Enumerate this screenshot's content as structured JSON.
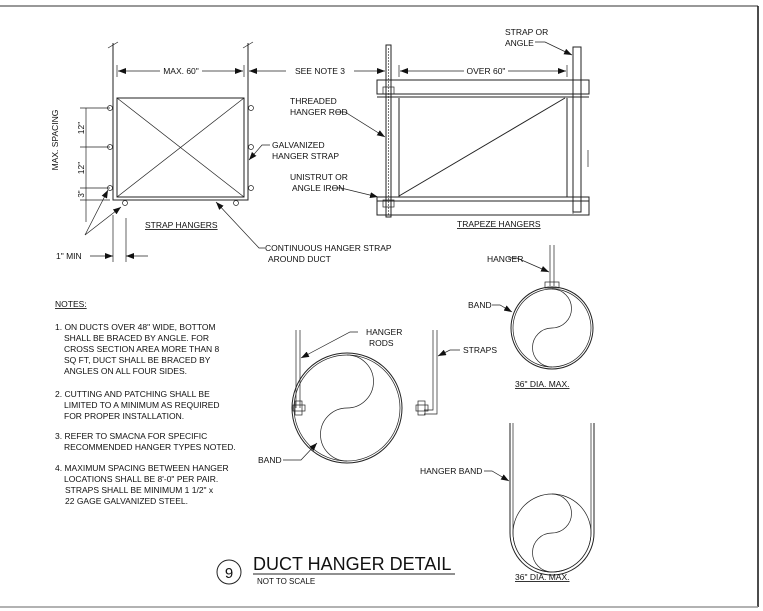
{
  "strap_hangers": {
    "title": "STRAP HANGERS",
    "dim_width": "MAX. 60\"",
    "see_note": "SEE NOTE 3",
    "max_spacing": "MAX. SPACING",
    "spacing_1": "12\"",
    "spacing_2": "12\"",
    "spacing_3": "3\"",
    "min_label": "1\" MIN",
    "galvanized_1": "GALVANIZED",
    "galvanized_2": "HANGER  STRAP",
    "continuous_1": "CONTINUOUS HANGER STRAP",
    "continuous_2": "AROUND DUCT"
  },
  "trapeze_hangers": {
    "title": "TRAPEZE HANGERS",
    "dim_width": "OVER 60\"",
    "threaded_1": "THREADED",
    "threaded_2": "HANGER ROD",
    "unistrut_1": "UNISTRUT OR",
    "unistrut_2": "ANGLE IRON",
    "strap_1": "STRAP OR",
    "strap_2": "ANGLE"
  },
  "notes": {
    "heading": "NOTES:",
    "lines": [
      "1.  ON DUCTS OVER 48\" WIDE, BOTTOM",
      "SHALL BE BRACED BY ANGLE.  FOR",
      "CROSS SECTION AREA MORE THAN 8",
      "SQ FT, DUCT SHALL BE BRACED BY",
      "ANGLES ON ALL FOUR SIDES.",
      "2.  CUTTING AND PATCHING SHALL BE",
      "LIMITED TO A MINIMUM AS REQUIRED",
      "FOR PROPER INSTALLATION.",
      "3.  REFER TO SMACNA FOR SPECIFIC",
      "RECOMMENDED HANGER TYPES NOTED.",
      "4.  MAXIMUM SPACING BETWEEN HANGER",
      "LOCATIONS SHALL BE 8'-0\" PER PAIR.",
      "STRAPS SHALL BE MINIMUM 1 1/2\" x",
      "22 GAGE GALVANIZED STEEL."
    ]
  },
  "round_large": {
    "rods_1": "HANGER",
    "rods_2": "RODS",
    "straps": "STRAPS",
    "band": "BAND"
  },
  "round_top": {
    "hanger": "HANGER",
    "band": "BAND",
    "dia": "36\" DIA. MAX."
  },
  "round_bottom": {
    "hanger_band": "HANGER BAND",
    "dia": "36\" DIA. MAX."
  },
  "title_block": {
    "number": "9",
    "title": "DUCT HANGER DETAIL",
    "scale": "NOT TO SCALE"
  }
}
